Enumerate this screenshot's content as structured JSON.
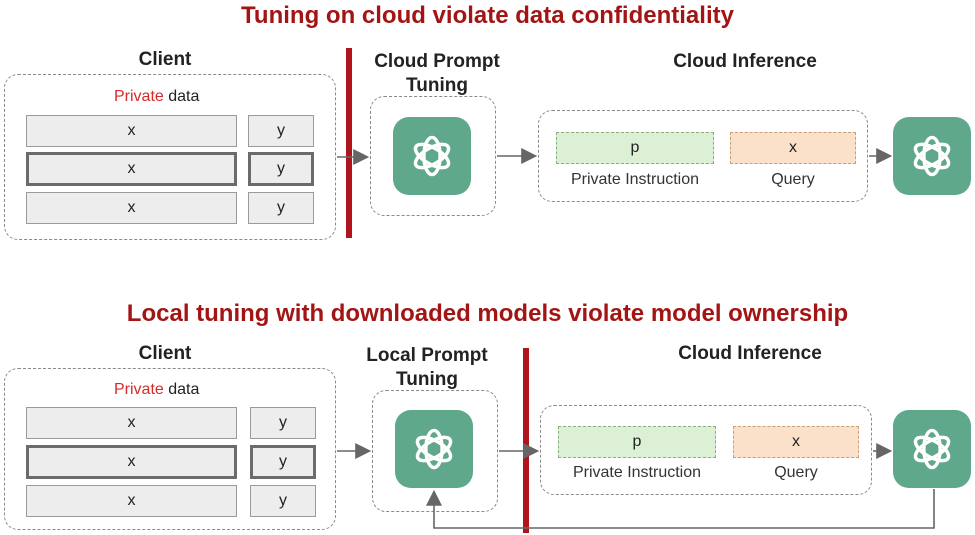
{
  "top": {
    "title": "Tuning on cloud violate data confidentiality",
    "client_label": "Client",
    "tuning_label": "Cloud Prompt Tuning",
    "inference_label": "Cloud Inference",
    "private_word": "Private",
    "data_word": " data",
    "rows": [
      {
        "x": "x",
        "y": "y"
      },
      {
        "x": "x",
        "y": "y"
      },
      {
        "x": "x",
        "y": "y"
      }
    ],
    "prompt": "p",
    "query": "x",
    "prompt_caption": "Private Instruction",
    "query_caption": "Query"
  },
  "bottom": {
    "title": "Local tuning with downloaded models violate model ownership",
    "client_label": "Client",
    "tuning_label": "Local Prompt Tuning",
    "inference_label": "Cloud Inference",
    "private_word": "Private",
    "data_word": " data",
    "rows": [
      {
        "x": "x",
        "y": "y"
      },
      {
        "x": "x",
        "y": "y"
      },
      {
        "x": "x",
        "y": "y"
      }
    ],
    "prompt": "p",
    "query": "x",
    "prompt_caption": "Private Instruction",
    "query_caption": "Query"
  },
  "icons": {
    "model": "openai-logo-icon"
  },
  "colors": {
    "title": "#a31515",
    "boundary": "#b0141c",
    "logo": "#5fa88c",
    "prompt_fill": "#dbf0d4",
    "query_fill": "#fbe1c9",
    "private_text": "#d62a2a"
  }
}
